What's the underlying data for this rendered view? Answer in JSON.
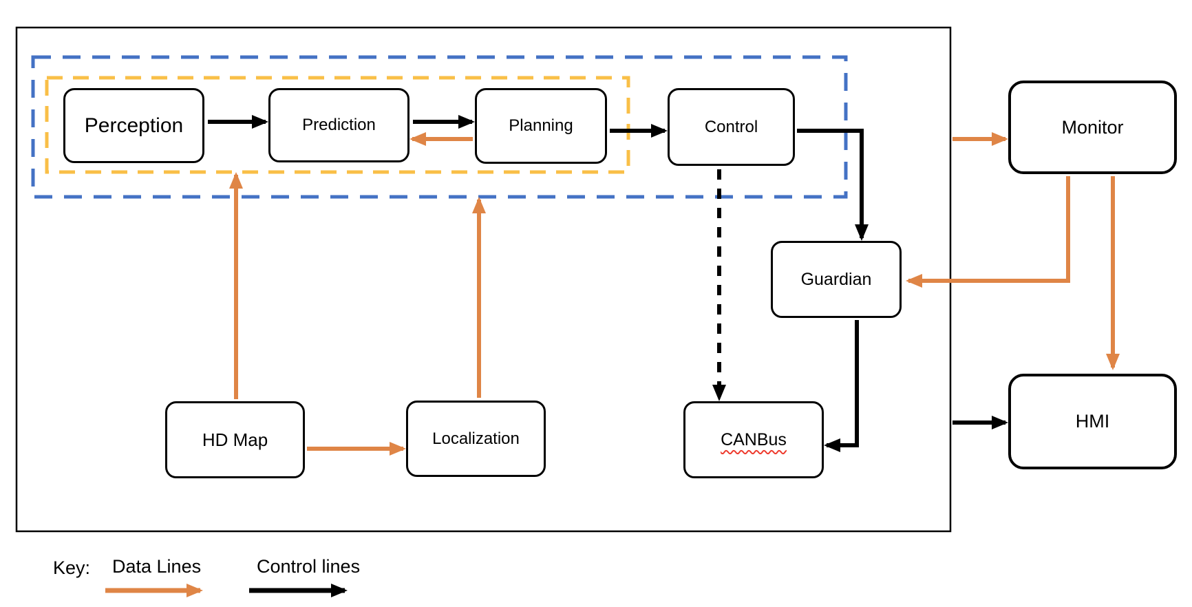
{
  "colors": {
    "data_line_orange": "#DF8546",
    "control_line_black": "#000000",
    "inner_group_dash_blue": "#4472C4",
    "pipeline_group_dash_yellow": "#F9BF47",
    "spellcheck_underline_red": "#EE3B2E",
    "node_border": "#000000",
    "background": "#FFFFFF"
  },
  "nodes": {
    "perception": {
      "label": "Perception"
    },
    "prediction": {
      "label": "Prediction"
    },
    "planning": {
      "label": "Planning"
    },
    "control": {
      "label": "Control"
    },
    "guardian": {
      "label": "Guardian"
    },
    "canbus": {
      "label": "CANBus"
    },
    "hd_map": {
      "label": "HD Map"
    },
    "localization": {
      "label": "Localization"
    },
    "monitor": {
      "label": "Monitor"
    },
    "hmi": {
      "label": "HMI"
    }
  },
  "edges": [
    {
      "from": "Perception",
      "to": "Prediction",
      "type": "control"
    },
    {
      "from": "Prediction",
      "to": "Planning",
      "type": "control"
    },
    {
      "from": "Planning",
      "to": "Prediction",
      "type": "data"
    },
    {
      "from": "Planning",
      "to": "Control",
      "type": "control"
    },
    {
      "from": "Control",
      "to": "Guardian",
      "type": "control"
    },
    {
      "from": "Control",
      "to": "CANBus",
      "type": "control-dashed"
    },
    {
      "from": "Guardian",
      "to": "CANBus",
      "type": "control"
    },
    {
      "from": "HD Map",
      "to": "pipeline-group-bottom",
      "type": "data"
    },
    {
      "from": "HD Map",
      "to": "Localization",
      "type": "data"
    },
    {
      "from": "Localization",
      "to": "inner-group-bottom",
      "type": "data"
    },
    {
      "from": "system-boundary",
      "to": "Monitor",
      "type": "data"
    },
    {
      "from": "Monitor",
      "to": "Guardian",
      "type": "data"
    },
    {
      "from": "Monitor",
      "to": "HMI",
      "type": "data"
    },
    {
      "from": "system-boundary",
      "to": "HMI",
      "type": "control"
    }
  ],
  "key": {
    "title": "Key:",
    "data_lines_label": "Data Lines",
    "control_lines_label": "Control lines"
  }
}
